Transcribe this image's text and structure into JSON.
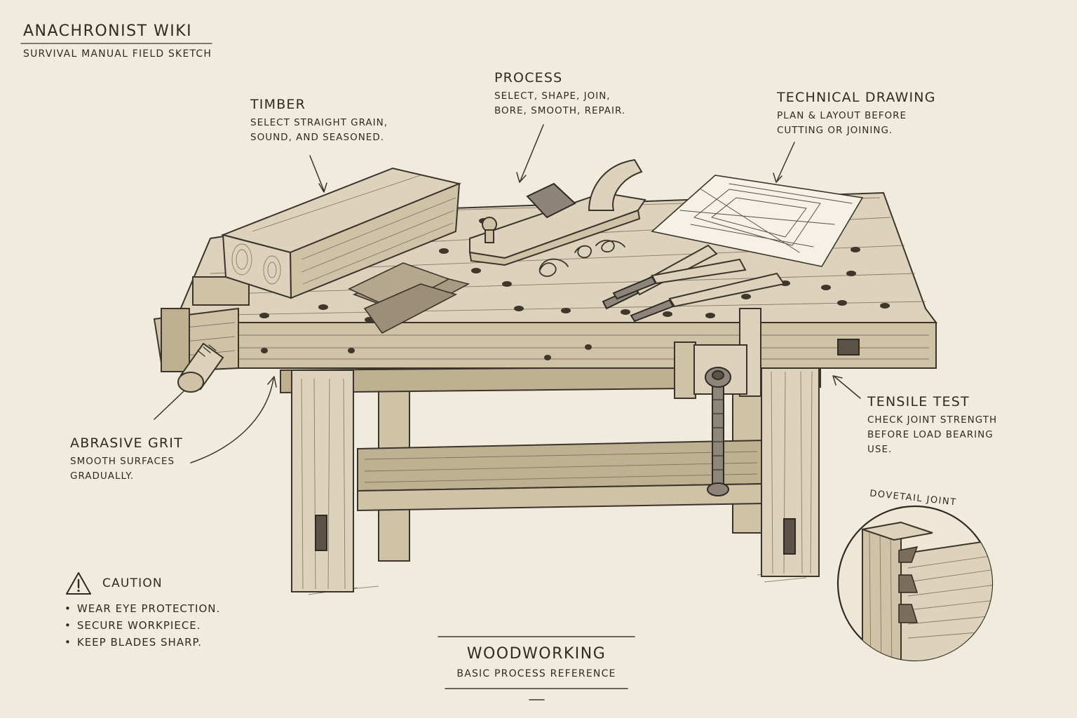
{
  "header": {
    "title": "ANACHRONIST WIKI",
    "subtitle": "SURVIVAL MANUAL FIELD SKETCH"
  },
  "callouts": {
    "timber": {
      "title": "TIMBER",
      "lines": [
        "SELECT STRAIGHT GRAIN,",
        "SOUND, AND SEASONED."
      ]
    },
    "process": {
      "title": "PROCESS",
      "lines": [
        "SELECT, SHAPE, JOIN,",
        "BORE, SMOOTH, REPAIR."
      ]
    },
    "technical_drawing": {
      "title": "TECHNICAL DRAWING",
      "lines": [
        "PLAN & LAYOUT BEFORE",
        "CUTTING OR JOINING."
      ]
    },
    "tensile_test": {
      "title": "TENSILE TEST",
      "lines": [
        "CHECK JOINT STRENGTH",
        "BEFORE LOAD BEARING",
        "USE."
      ]
    },
    "abrasive_grit": {
      "title": "ABRASIVE GRIT",
      "lines": [
        "SMOOTH SURFACES",
        "GRADUALLY."
      ]
    }
  },
  "caution": {
    "title": "CAUTION",
    "items": [
      "WEAR EYE PROTECTION.",
      "SECURE WORKPIECE.",
      "KEEP BLADES SHARP."
    ]
  },
  "dovetail": {
    "label": "DOVETAIL JOINT"
  },
  "footer": {
    "title": "WOODWORKING",
    "subtitle": "BASIC PROCESS REFERENCE"
  },
  "icons": {
    "warning": "warning-triangle-icon"
  }
}
